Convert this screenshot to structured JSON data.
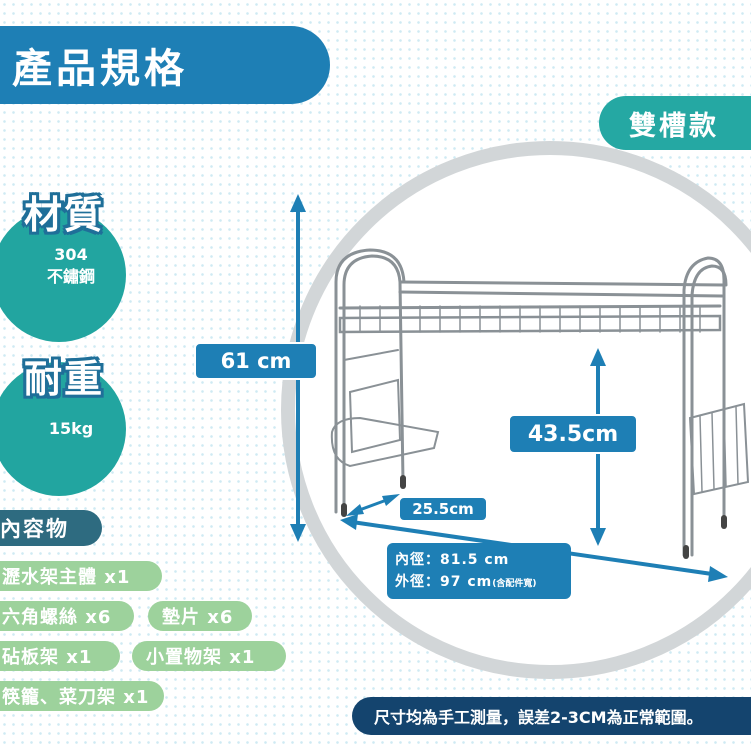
{
  "title": "產品規格",
  "model": "雙槽款",
  "specs": {
    "material": {
      "label": "材質",
      "value_line1": "304",
      "value_line2": "不鏽鋼"
    },
    "load": {
      "label": "耐重",
      "value": "15kg"
    }
  },
  "contents": {
    "header": "內容物",
    "items": [
      "瀝水架主體 x1",
      "六角螺絲 x6",
      "墊片 x6",
      "砧板架 x1",
      "小置物架 x1",
      "筷籠、菜刀架 x1"
    ]
  },
  "dimensions": {
    "height": "61 cm",
    "shelf_height": "43.5cm",
    "depth": "25.5cm",
    "inner_width": "內徑：81.5 cm",
    "outer_width": "外徑：97 cm",
    "outer_note": "(含配件寬)"
  },
  "note": "尺寸均為手工測量，誤差2-3CM為正常範圍。",
  "colors": {
    "title_blue": "#1e7fb5",
    "teal": "#22a5a0",
    "pill_green": "#9dd29c",
    "dark_navy": "#14446e"
  }
}
